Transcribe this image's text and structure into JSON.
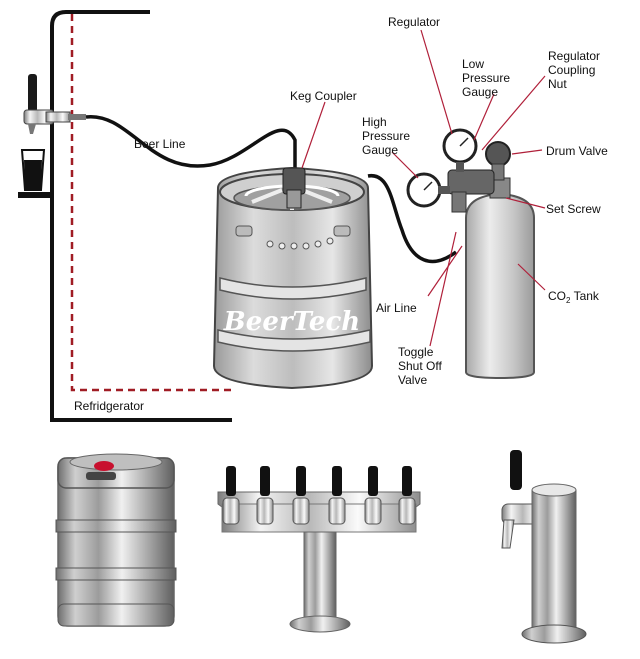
{
  "diagram": {
    "brand": "BeerTech",
    "labels": {
      "regulator": "Regulator",
      "low_pressure_1": "Low",
      "low_pressure_2": "Pressure",
      "low_pressure_3": "Gauge",
      "reg_coupling_1": "Regulator",
      "reg_coupling_2": "Coupling",
      "reg_coupling_3": "Nut",
      "keg_coupler": "Keg Coupler",
      "high_pressure_1": "High",
      "high_pressure_2": "Pressure",
      "high_pressure_3": "Gauge",
      "drum_valve": "Drum Valve",
      "beer_line": "Beer Line",
      "set_screw": "Set Screw",
      "co2_tank_a": "CO",
      "co2_tank_sub": "2",
      "co2_tank_b": " Tank",
      "air_line": "Air Line",
      "toggle_1": "Toggle",
      "toggle_2": "Shut Off",
      "toggle_3": "Valve",
      "refrigerator": "Refridgerator"
    },
    "colors": {
      "refrigerator_line": "#a01c24",
      "line": "#111111",
      "leader": "#b0203a",
      "steel_light": "#e8e8e8",
      "steel_dark": "#8a8a8a"
    }
  }
}
